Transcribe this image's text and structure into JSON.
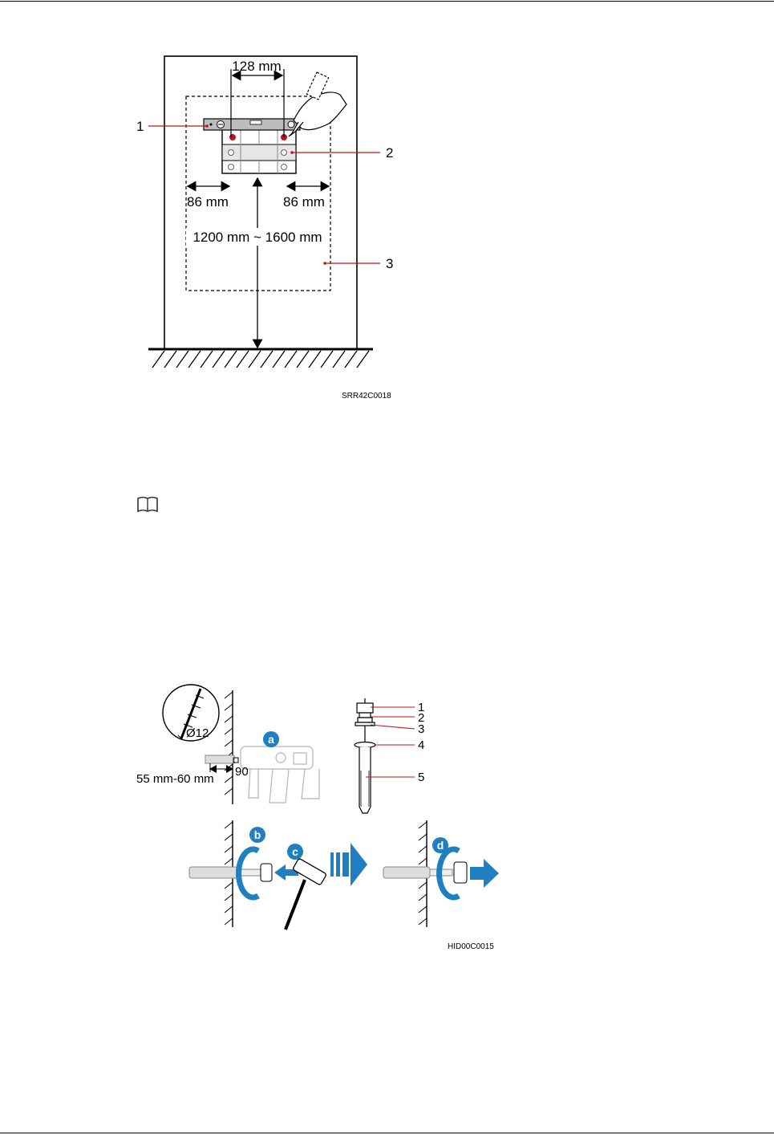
{
  "figure1": {
    "dim_top": "128 mm",
    "dim_left": "86 mm",
    "dim_right": "86 mm",
    "dim_height": "1200 mm ~ 1600 mm",
    "callouts": [
      "1",
      "2",
      "3"
    ],
    "code": "SRR42C0018"
  },
  "figure2": {
    "drill_diameter": "Ø12",
    "angle": "90",
    "depth": "55 mm-60 mm",
    "steps": [
      "a",
      "b",
      "c",
      "d"
    ],
    "bolt_callouts": [
      "1",
      "2",
      "3",
      "4",
      "5"
    ],
    "code": "HID00C0015"
  },
  "colors": {
    "accent_blue": "#1f7fc0",
    "marker_red": "#c0141c",
    "note_icon": "#333333"
  },
  "icons": {
    "note": "book-icon"
  }
}
